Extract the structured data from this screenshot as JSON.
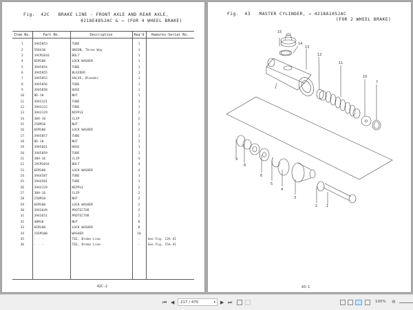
{
  "left_page": {
    "figure_title": "Fig.  42C   BRAKE LINE - FRONT AXLE AND REAR AXLE,",
    "figure_subtitle": "4218E485JAC & → (FOR 4 WHEEL BRAKE)",
    "columns": [
      "Item No.",
      "Part No.",
      "Description",
      "Req'd",
      "Remarks-Serial No."
    ],
    "rows": [
      {
        "item": "1",
        "part": "3945853",
        "desc": "TUBE",
        "qty": "1",
        "remarks": ""
      },
      {
        "item": "2",
        "part": "558436",
        "desc": "UNION, Three Way",
        "qty": "1",
        "remarks": ""
      },
      {
        "item": "3",
        "part": "19CM1016",
        "desc": "BOLT",
        "qty": "1",
        "remarks": ""
      },
      {
        "item": "4",
        "part": "6EM100",
        "desc": "LOCK WASHER",
        "qty": "1",
        "remarks": ""
      },
      {
        "item": "5",
        "part": "3945854",
        "desc": "TUBE",
        "qty": "1",
        "remarks": ""
      },
      {
        "item": "6",
        "part": "3945855",
        "desc": "BLEEDER",
        "qty": "1",
        "remarks": ""
      },
      {
        "item": "7",
        "part": "3945852",
        "desc": "VALVE, Bleeder",
        "qty": "1",
        "remarks": ""
      },
      {
        "item": "8",
        "part": "3945856",
        "desc": "TUBE",
        "qty": "1",
        "remarks": ""
      },
      {
        "item": "9",
        "part": "3945858",
        "desc": "HOSE",
        "qty": "1",
        "remarks": ""
      },
      {
        "item": "10",
        "part": "8D-10",
        "desc": "NUT",
        "qty": "1",
        "remarks": ""
      },
      {
        "item": "11",
        "part": "3943121",
        "desc": "TUBE",
        "qty": "1",
        "remarks": ""
      },
      {
        "item": "12",
        "part": "3943122",
        "desc": "TUBE",
        "qty": "1",
        "remarks": ""
      },
      {
        "item": "13",
        "part": "3943129",
        "desc": "NIPPLE",
        "qty": "2",
        "remarks": ""
      },
      {
        "item": "14",
        "part": "30H-16",
        "desc": "CLIP",
        "qty": "2",
        "remarks": ""
      },
      {
        "item": "15",
        "part": "25DM10",
        "desc": "NUT",
        "qty": "2",
        "remarks": ""
      },
      {
        "item": "16",
        "part": "6EM100",
        "desc": "LOCK WASHER",
        "qty": "2",
        "remarks": ""
      },
      {
        "item": "17",
        "part": "3945857",
        "desc": "TUBE",
        "qty": "1",
        "remarks": ""
      },
      {
        "item": "18",
        "part": "8D-10",
        "desc": "NUT",
        "qty": "2",
        "remarks": ""
      },
      {
        "item": "19",
        "part": "3945661",
        "desc": "HOSE",
        "qty": "1",
        "remarks": ""
      },
      {
        "item": "20",
        "part": "3945859",
        "desc": "TUBE",
        "qty": "1",
        "remarks": ""
      },
      {
        "item": "21",
        "part": "30H-16",
        "desc": "CLIP",
        "qty": "4",
        "remarks": ""
      },
      {
        "item": "22",
        "part": "19CM1016",
        "desc": "BOLT",
        "qty": "4",
        "remarks": ""
      },
      {
        "item": "23",
        "part": "6EM100",
        "desc": "LOCK WASHER",
        "qty": "4",
        "remarks": ""
      },
      {
        "item": "24",
        "part": "3944507",
        "desc": "TUBE",
        "qty": "1",
        "remarks": ""
      },
      {
        "item": "25",
        "part": "3944501",
        "desc": "TUBE",
        "qty": "1",
        "remarks": ""
      },
      {
        "item": "26",
        "part": "3943129",
        "desc": "NIPPLE",
        "qty": "2",
        "remarks": ""
      },
      {
        "item": "27",
        "part": "30H-16",
        "desc": "CLIP",
        "qty": "2",
        "remarks": ""
      },
      {
        "item": "28",
        "part": "25DM10",
        "desc": "NUT",
        "qty": "2",
        "remarks": ""
      },
      {
        "item": "29",
        "part": "6EM100",
        "desc": "LOCK WASHER",
        "qty": "2",
        "remarks": ""
      },
      {
        "item": "30",
        "part": "3943649",
        "desc": "PROTECTOR",
        "qty": "2",
        "remarks": ""
      },
      {
        "item": "31",
        "part": "3943651",
        "desc": "PROTECTOR",
        "qty": "2",
        "remarks": ""
      },
      {
        "item": "32",
        "part": "40M10",
        "desc": "NUT",
        "qty": "8",
        "remarks": ""
      },
      {
        "item": "33",
        "part": "6EM100",
        "desc": "LOCK WASHER",
        "qty": "8",
        "remarks": ""
      },
      {
        "item": "34",
        "part": "15EM100",
        "desc": "WASHER",
        "qty": "16",
        "remarks": ""
      },
      {
        "item": "35",
        "part": "- - -",
        "desc": "TEE, Brake Line",
        "qty": "-",
        "remarks": "See Fig. 12A-41"
      },
      {
        "item": "36",
        "part": "- - -",
        "desc": "TEE, Brake Line",
        "qty": "-",
        "remarks": "See Fig. 15A-41"
      }
    ],
    "page_number": "42C-2"
  },
  "right_page": {
    "figure_title": "Fig.  43   MASTER CYLINDER, → 4218A105JAC",
    "figure_subtitle": "(FOR 2 WHEEL BRAKE)",
    "callouts": [
      "15",
      "14",
      "13",
      "12",
      "11",
      "10",
      "7",
      "9",
      "8",
      "6",
      "5",
      "4",
      "3",
      "2",
      "1"
    ],
    "page_number": "43-1"
  },
  "toolbar": {
    "first_page": "⏮",
    "prev_page": "◀",
    "page_display": "217 / 470",
    "next_page": "▶",
    "last_page": "⏭",
    "zoom_level": "100%",
    "zoom_out": "⊖"
  }
}
